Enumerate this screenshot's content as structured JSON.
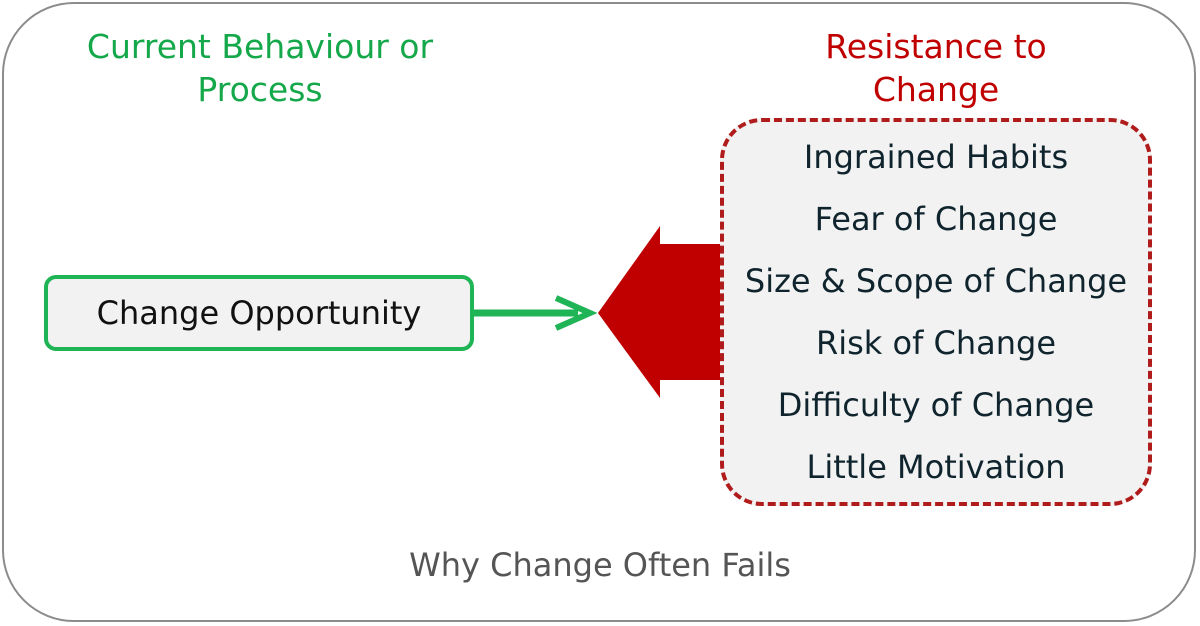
{
  "headings": {
    "left": [
      "Current Behaviour or",
      "Process"
    ],
    "right": [
      "Resistance to",
      "Change"
    ]
  },
  "opportunity": {
    "label": "Change Opportunity"
  },
  "resistance": {
    "factors": [
      "Ingrained Habits",
      "Fear of Change",
      "Size & Scope of Change",
      "Risk of Change",
      "Difficulty of Change",
      "Little Motivation"
    ]
  },
  "caption": "Why Change Often Fails",
  "colors": {
    "current": "#14a84a",
    "resistance": "#c00000",
    "box_fill": "#f2f2f2",
    "caption": "#555555"
  }
}
